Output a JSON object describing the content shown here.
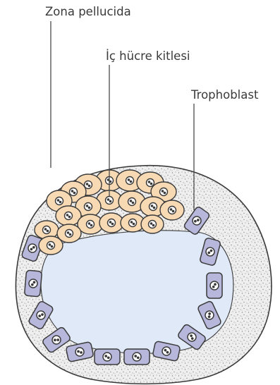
{
  "labels": {
    "zona": "Zona pellucida",
    "icm": "İç hücre kitlesi",
    "troph": "Trophoblast"
  },
  "colors": {
    "zona_fill": "#ececec",
    "zona_stipple": "#8a8a8a",
    "blastocoel": "#dfe9f7",
    "icm_cell": "#f7d9b3",
    "troph_cell": "#b7b7dc",
    "outline": "#3a3a3a"
  }
}
